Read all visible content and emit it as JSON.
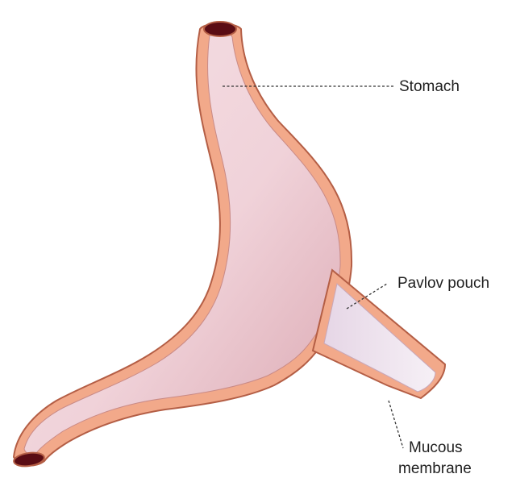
{
  "labels": {
    "stomach": "Stomach",
    "pavlov_pouch": "Pavlov pouch",
    "mucous_line1": "Mucous",
    "mucous_line2": "membrane"
  },
  "colors": {
    "wall": "#f2a98a",
    "wall_outline": "#b45e45",
    "lumen": "#f2d6dc",
    "lumen_shadow": "#d9a3ad",
    "opening": "#5a0c14",
    "pouch_lumen": "#ebe1ec",
    "leader_line": "#333333",
    "text": "#1f1f1f"
  }
}
